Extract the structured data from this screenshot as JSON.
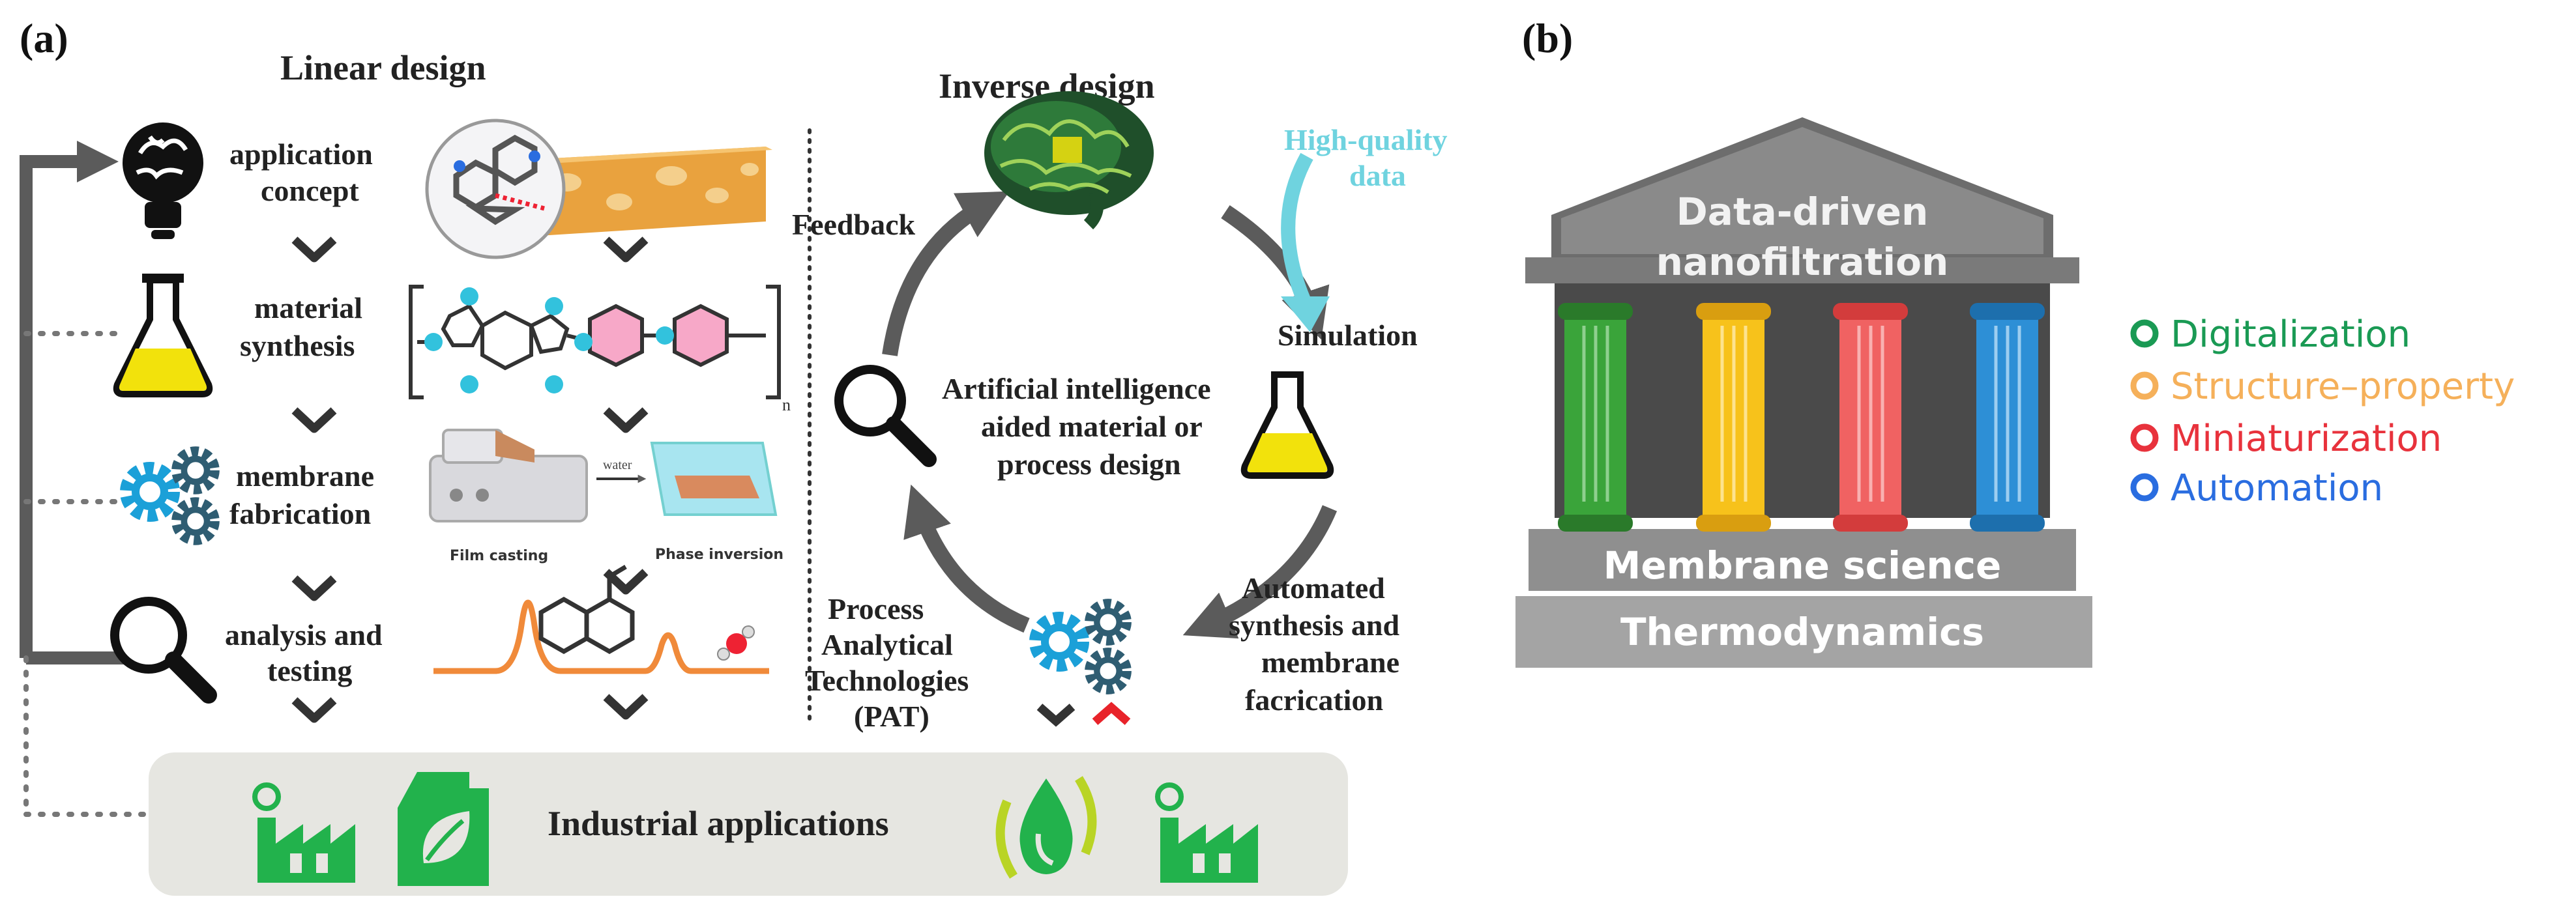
{
  "panel_a": {
    "label": "(a)",
    "linear_title": "Linear design",
    "steps": [
      {
        "line1": "application",
        "line2": "concept"
      },
      {
        "line1": "material",
        "line2": "synthesis"
      },
      {
        "line1": "membrane",
        "line2": "fabrication"
      },
      {
        "line1": "analysis and",
        "line2": "testing"
      }
    ],
    "fabrication_captions": {
      "film": "Film  casting",
      "water": "water",
      "phase": "Phase inversion"
    },
    "polymer_subscript": "n",
    "inverse_title": "Inverse design",
    "feedback": "Feedback",
    "high_quality": {
      "line1": "High-quality",
      "line2": "data"
    },
    "simulation": "Simulation",
    "center_text": {
      "line1": "Artificial intelligence",
      "line2": "aided material or",
      "line3": "process design"
    },
    "automated": {
      "line1": "Automated",
      "line2": "synthesis and",
      "line3": "membrane",
      "line4": "facrication"
    },
    "pat": {
      "line1": "Process",
      "line2": "Analytical",
      "line3": "Technologies",
      "line4": "(PAT)"
    },
    "industrial": "Industrial applications"
  },
  "panel_b": {
    "label": "(b)",
    "roof": {
      "line1": "Data-driven",
      "line2": "nanofiltration"
    },
    "base_upper": "Membrane science",
    "base_lower": "Thermodynamics",
    "legend": [
      {
        "label": "Digitalization",
        "color": "#1a9a54"
      },
      {
        "label": "Structure–property",
        "color": "#f5b05a"
      },
      {
        "label": "Miniaturization",
        "color": "#e8323c"
      },
      {
        "label": "Automation",
        "color": "#2a6de0"
      }
    ],
    "pillar_colors": [
      "#3aa43a",
      "#f7c21b",
      "#f06262",
      "#2d8fd6"
    ]
  },
  "colors": {
    "arrow_gray": "#5b5b5b",
    "green": "#22b24c",
    "cyan": "#6fd3df",
    "flask_yellow": "#f2e20c",
    "gear_blue": "#1ba0d8",
    "gear_dark": "#2f5d72"
  }
}
